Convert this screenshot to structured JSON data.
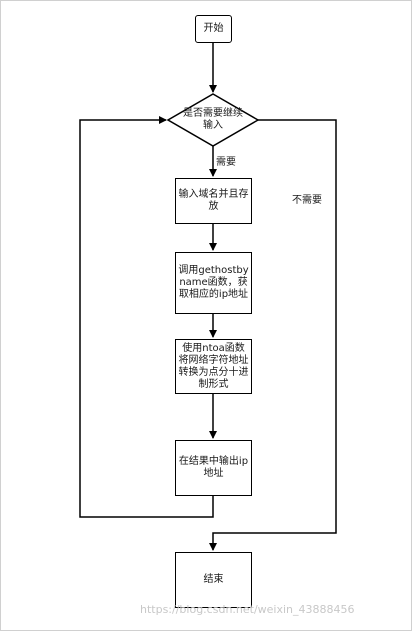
{
  "nodes": {
    "start": "开始",
    "decision": "是否需要继续输入",
    "input_domain": "输入域名并且存放",
    "call_gethostbyname": "调用gethostbyname函数，获取相应的ip地址",
    "ntoa": "使用ntoa函数将网络字符地址转换为点分十进制形式",
    "output": "在结果中输出ip地址",
    "end": "结束"
  },
  "edges": {
    "yes_label": "需要",
    "no_label": "不需要"
  },
  "watermark": "https://blog.csdn.net/weixin_43888456"
}
